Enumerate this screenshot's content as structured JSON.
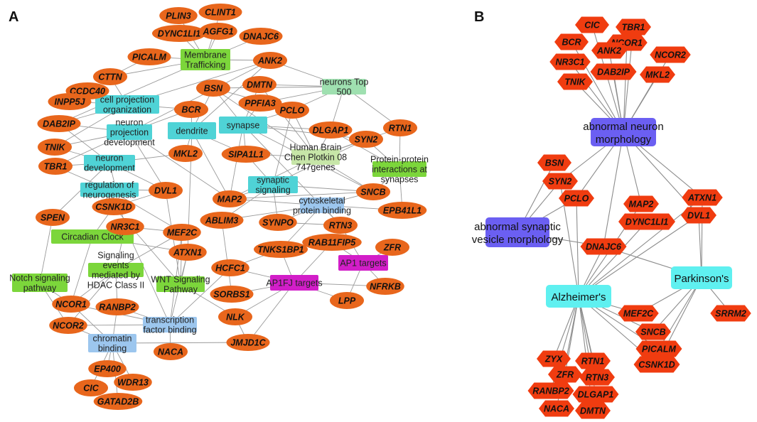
{
  "panels": {
    "a": "A",
    "b": "B"
  },
  "colors": {
    "gene_node": "#e8661c",
    "gene_node_b": "#f03c10",
    "membrane_green": "#7cd63b",
    "cyan_term": "#4fd3d6",
    "light_green_term": "#9fe0b0",
    "grayish_green": "#c7e6a8",
    "blue_term": "#9cc6ee",
    "magenta": "#d21ec8",
    "purple_b": "#6b5ff2",
    "cyan_b": "#5ff0f0",
    "edge": "#9a9a9a"
  },
  "panel_a": {
    "genes": [
      {
        "id": "PLIN3",
        "label": "PLIN3"
      },
      {
        "id": "CLINT1",
        "label": "CLINT1"
      },
      {
        "id": "DYNC1LI1",
        "label": "DYNC1LI1"
      },
      {
        "id": "AGFG1",
        "label": "AGFG1"
      },
      {
        "id": "DNAJC6",
        "label": "DNAJC6"
      },
      {
        "id": "PICALM",
        "label": "PICALM"
      },
      {
        "id": "ANK2",
        "label": "ANK2"
      },
      {
        "id": "CTTN",
        "label": "CTTN"
      },
      {
        "id": "CCDC40",
        "label": "CCDC40"
      },
      {
        "id": "BSN",
        "label": "BSN"
      },
      {
        "id": "DMTN",
        "label": "DMTN"
      },
      {
        "id": "INPP5J",
        "label": "INPP5J"
      },
      {
        "id": "PPFIA3",
        "label": "PPFIA3"
      },
      {
        "id": "BCR",
        "label": "BCR"
      },
      {
        "id": "PCLO",
        "label": "PCLO"
      },
      {
        "id": "DAB2IP",
        "label": "DAB2IP"
      },
      {
        "id": "DLGAP1",
        "label": "DLGAP1"
      },
      {
        "id": "RTN1",
        "label": "RTN1"
      },
      {
        "id": "SYN2",
        "label": "SYN2"
      },
      {
        "id": "TNIK",
        "label": "TNIK"
      },
      {
        "id": "MKL2",
        "label": "MKL2"
      },
      {
        "id": "SIPA1L1",
        "label": "SIPA1L1"
      },
      {
        "id": "TBR1",
        "label": "TBR1"
      },
      {
        "id": "DVL1",
        "label": "DVL1"
      },
      {
        "id": "MAP2",
        "label": "MAP2"
      },
      {
        "id": "SNCB",
        "label": "SNCB"
      },
      {
        "id": "CSNK1D",
        "label": "CSNK1D"
      },
      {
        "id": "SPEN",
        "label": "SPEN"
      },
      {
        "id": "ABLIM3",
        "label": "ABLIM3"
      },
      {
        "id": "EPB41L1",
        "label": "EPB41L1"
      },
      {
        "id": "NR3C1",
        "label": "NR3C1"
      },
      {
        "id": "MEF2C",
        "label": "MEF2C"
      },
      {
        "id": "SYNPO",
        "label": "SYNPO"
      },
      {
        "id": "RTN3",
        "label": "RTN3"
      },
      {
        "id": "RAB11FIP5",
        "label": "RAB11FIP5"
      },
      {
        "id": "ATXN1",
        "label": "ATXN1"
      },
      {
        "id": "TNKS1BP1",
        "label": "TNKS1BP1"
      },
      {
        "id": "ZFR",
        "label": "ZFR"
      },
      {
        "id": "HCFC1",
        "label": "HCFC1"
      },
      {
        "id": "NFRKB",
        "label": "NFRKB"
      },
      {
        "id": "NCOR1",
        "label": "NCOR1"
      },
      {
        "id": "SORBS1",
        "label": "SORBS1"
      },
      {
        "id": "RANBP2",
        "label": "RANBP2"
      },
      {
        "id": "LPP",
        "label": "LPP"
      },
      {
        "id": "NLK",
        "label": "NLK"
      },
      {
        "id": "NCOR2",
        "label": "NCOR2"
      },
      {
        "id": "JMJD1C",
        "label": "JMJD1C"
      },
      {
        "id": "NACA",
        "label": "NACA"
      },
      {
        "id": "EP400",
        "label": "EP400"
      },
      {
        "id": "WDR13",
        "label": "WDR13"
      },
      {
        "id": "CIC",
        "label": "CIC"
      },
      {
        "id": "GATAD2B",
        "label": "GATAD2B"
      }
    ],
    "terms": [
      {
        "id": "membrane",
        "lines": [
          "Membrane",
          "Trafficking"
        ],
        "color_key": "membrane_green"
      },
      {
        "id": "neurons500",
        "lines": [
          "neurons Top",
          "500"
        ],
        "color_key": "light_green_term"
      },
      {
        "id": "cellproj",
        "lines": [
          "cell projection",
          "organization"
        ],
        "color_key": "cyan_term"
      },
      {
        "id": "neuronproj",
        "lines": [
          "neuron",
          "projection",
          "development"
        ],
        "color_key": "cyan_term"
      },
      {
        "id": "dendrite",
        "lines": [
          "dendrite"
        ],
        "color_key": "cyan_term"
      },
      {
        "id": "synapse",
        "lines": [
          "synapse"
        ],
        "color_key": "cyan_term"
      },
      {
        "id": "humanbrain",
        "lines": [
          "Human Brain",
          "Chen Plotkin 08",
          "747genes"
        ],
        "color_key": "grayish_green"
      },
      {
        "id": "ppi",
        "lines": [
          "Protein-protein",
          "interactions at",
          "synapses"
        ],
        "color_key": "membrane_green"
      },
      {
        "id": "neurondev",
        "lines": [
          "neuron",
          "development"
        ],
        "color_key": "cyan_term"
      },
      {
        "id": "regneuro",
        "lines": [
          "regulation of",
          "neurogenesis"
        ],
        "color_key": "cyan_term"
      },
      {
        "id": "synsig",
        "lines": [
          "synaptic",
          "signaling"
        ],
        "color_key": "cyan_term"
      },
      {
        "id": "cytoskel",
        "lines": [
          "cytoskeletal",
          "protein binding"
        ],
        "color_key": "blue_term"
      },
      {
        "id": "circadian",
        "lines": [
          "Circadian Clock"
        ],
        "color_key": "membrane_green"
      },
      {
        "id": "hdac",
        "lines": [
          "Signaling",
          "events",
          "mediated by",
          "HDAC Class II"
        ],
        "color_key": "membrane_green"
      },
      {
        "id": "ap1",
        "lines": [
          "AP1 targets"
        ],
        "color_key": "magenta"
      },
      {
        "id": "ap1fj",
        "lines": [
          "AP1FJ targets"
        ],
        "color_key": "magenta"
      },
      {
        "id": "notch",
        "lines": [
          "Notch signaling",
          "pathway"
        ],
        "color_key": "membrane_green"
      },
      {
        "id": "wnt",
        "lines": [
          "WNT Signaling",
          "Pathway"
        ],
        "color_key": "membrane_green"
      },
      {
        "id": "tfbind",
        "lines": [
          "transcription",
          "factor binding"
        ],
        "color_key": "blue_term"
      },
      {
        "id": "chromatin",
        "lines": [
          "chromatin",
          "binding"
        ],
        "color_key": "blue_term"
      }
    ]
  },
  "panel_b": {
    "genes": [
      {
        "id": "CIC",
        "label": "CIC"
      },
      {
        "id": "TBR1",
        "label": "TBR1"
      },
      {
        "id": "BCR",
        "label": "BCR"
      },
      {
        "id": "NCOR1",
        "label": "NCOR1"
      },
      {
        "id": "ANK2",
        "label": "ANK2"
      },
      {
        "id": "NCOR2",
        "label": "NCOR2"
      },
      {
        "id": "NR3C1",
        "label": "NR3C1"
      },
      {
        "id": "DAB2IP",
        "label": "DAB2IP"
      },
      {
        "id": "MKL2",
        "label": "MKL2"
      },
      {
        "id": "TNIK",
        "label": "TNIK"
      },
      {
        "id": "BSN",
        "label": "BSN"
      },
      {
        "id": "SYN2",
        "label": "SYN2"
      },
      {
        "id": "PCLO",
        "label": "PCLO"
      },
      {
        "id": "MAP2",
        "label": "MAP2"
      },
      {
        "id": "ATXN1",
        "label": "ATXN1"
      },
      {
        "id": "DYNC1LI1",
        "label": "DYNC1LI1"
      },
      {
        "id": "DVL1",
        "label": "DVL1"
      },
      {
        "id": "DNAJC6",
        "label": "DNAJC6"
      },
      {
        "id": "MEF2C",
        "label": "MEF2C"
      },
      {
        "id": "SRRM2",
        "label": "SRRM2"
      },
      {
        "id": "SNCB",
        "label": "SNCB"
      },
      {
        "id": "PICALM",
        "label": "PICALM"
      },
      {
        "id": "CSNK1D",
        "label": "CSNK1D"
      },
      {
        "id": "ZYX",
        "label": "ZYX"
      },
      {
        "id": "RTN1",
        "label": "RTN1"
      },
      {
        "id": "ZFR",
        "label": "ZFR"
      },
      {
        "id": "RTN3",
        "label": "RTN3"
      },
      {
        "id": "RANBP2",
        "label": "RANBP2"
      },
      {
        "id": "DLGAP1",
        "label": "DLGAP1"
      },
      {
        "id": "NACA",
        "label": "NACA"
      },
      {
        "id": "DMTN",
        "label": "DMTN"
      }
    ],
    "terms": [
      {
        "id": "abnneuron",
        "lines": [
          "abnormal neuron",
          "morphology"
        ],
        "color_key": "purple_b"
      },
      {
        "id": "abnsyn",
        "lines": [
          "abnormal synaptic",
          "vesicle morphology"
        ],
        "color_key": "purple_b"
      },
      {
        "id": "alz",
        "lines": [
          "Alzheimer's"
        ],
        "color_key": "cyan_b"
      },
      {
        "id": "park",
        "lines": [
          "Parkinson's"
        ],
        "color_key": "cyan_b"
      }
    ]
  }
}
